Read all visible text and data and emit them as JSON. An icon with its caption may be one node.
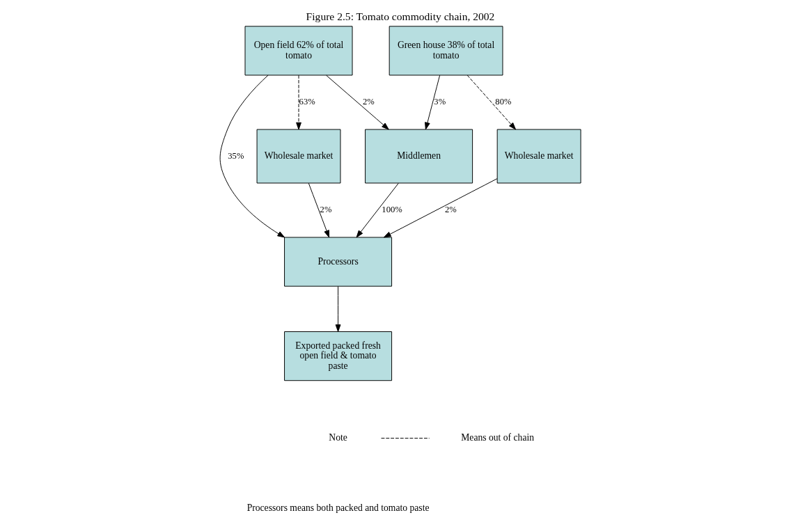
{
  "diagram": {
    "title": "Figure 2.5: Tomato commodity chain, 2002",
    "nodes": [
      {
        "text": [
          "Open field 62% of total tomato"
        ]
      },
      {
        "text": [
          "Green house 38% of total tomato"
        ]
      },
      {
        "text": [
          "Wholesale market"
        ]
      },
      {
        "text": [
          "Middlemen"
        ]
      },
      {
        "text": [
          "Wholesale market"
        ]
      },
      {
        "text": [
          "Processors"
        ]
      },
      {
        "text": [
          "Exported packed fresh open field & tomato paste"
        ]
      }
    ],
    "edges": [
      {
        "from": 0,
        "to": 2,
        "arrow": "to",
        "label": "63%",
        "style": "dashed"
      },
      {
        "from": 0,
        "to": 3,
        "arrow": "to",
        "label": "2%"
      },
      {
        "from": 0,
        "to": 5,
        "arrow": "to",
        "label": "35%"
      },
      {
        "from": 1,
        "to": 3,
        "arrow": "to",
        "label": "3%"
      },
      {
        "from": 1,
        "to": 4,
        "arrow": "to",
        "label": "80%",
        "style": "dashed"
      },
      {
        "from": 2,
        "to": 5,
        "arrow": "to",
        "label": "2%"
      },
      {
        "from": 3,
        "to": 5,
        "arrow": "to",
        "label": "100%"
      },
      {
        "from": 4,
        "to": 5,
        "arrow": "to",
        "label": "2%"
      },
      {
        "from": 5,
        "to": 6,
        "arrow": "to"
      }
    ],
    "labels": [
      "Note",
      "Processors means both packed and tomato paste"
    ],
    "legend": [
      {
        "text": "Means out of chain"
      }
    ]
  }
}
